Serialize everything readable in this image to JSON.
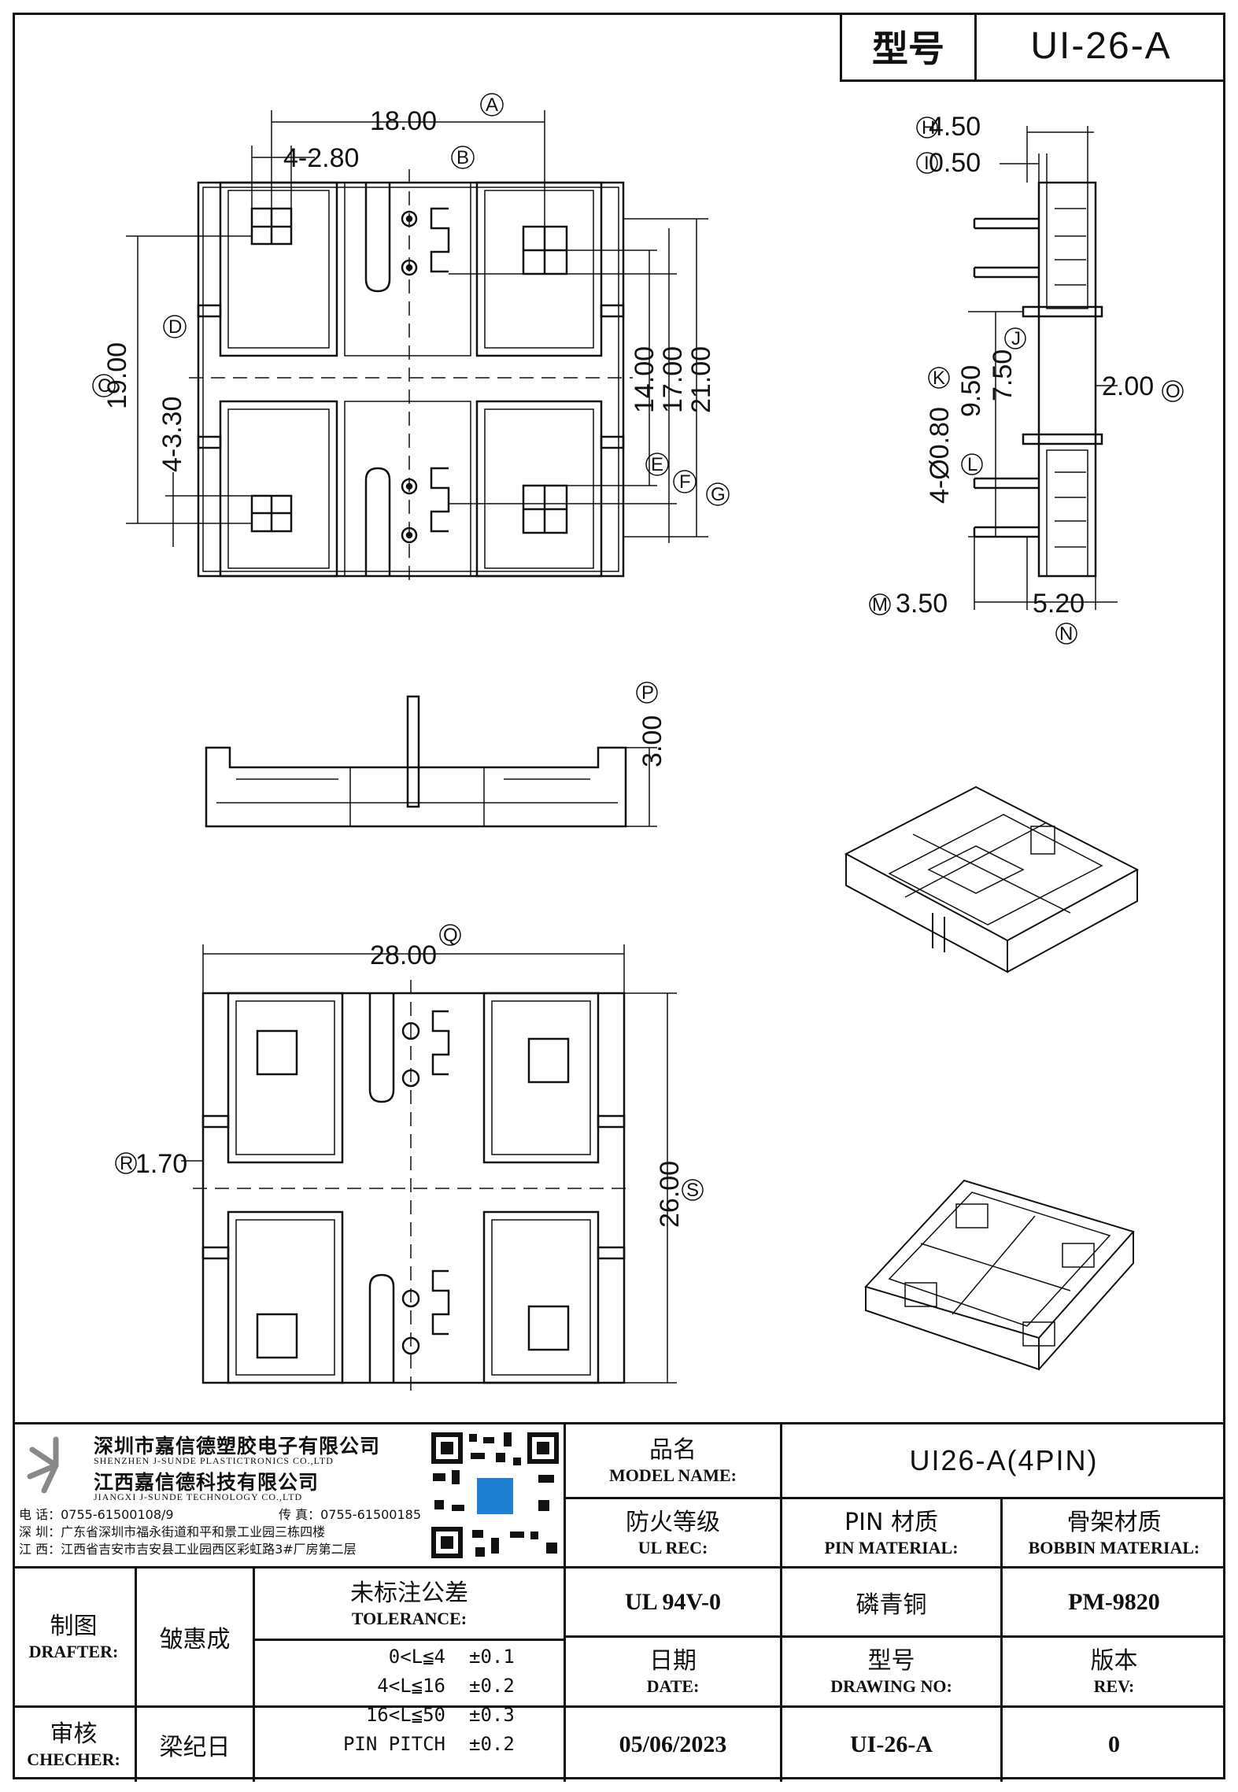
{
  "header": {
    "label": "型号",
    "model": "UI-26-A"
  },
  "top_view": {
    "dims": [
      "18.00",
      "4-2.80",
      "19.00",
      "4-3.30",
      "14.00",
      "17.00",
      "21.00"
    ],
    "tags": [
      "A",
      "B",
      "C",
      "D",
      "E",
      "F",
      "G"
    ]
  },
  "side_view": {
    "dims": [
      "4.50",
      "0.50",
      "9.50",
      "7.50",
      "4-Ø0.80",
      "2.00",
      "3.50",
      "5.20"
    ],
    "tags": [
      "H",
      "I",
      "J",
      "K",
      "L",
      "O",
      "M",
      "N"
    ]
  },
  "front_view": {
    "dim": "3.00",
    "tag": "P"
  },
  "bottom_view": {
    "dims": [
      "28.00",
      "1.70",
      "26.00"
    ],
    "tags": [
      "Q",
      "R",
      "S"
    ]
  },
  "company": {
    "name_cn_1": "深圳市嘉信德塑胶电子有限公司",
    "name_en_1": "SHENZHEN J-SUNDE PLASTICTRONICS CO.,LTD",
    "name_cn_2": "江西嘉信德科技有限公司",
    "name_en_2": "JIANGXI J-SUNDE TECHNOLOGY CO.,LTD",
    "phone": "电 话：0755-61500108/9",
    "fax": "传 真：0755-61500185",
    "addr_sz": "深 圳：广东省深圳市福永街道和平和景工业园三栋四楼",
    "addr_jx": "江 西：江西省吉安市吉安县工业园西区彩虹路3#厂房第二层"
  },
  "title_block": {
    "model_name_zh": "品名",
    "model_name_en": "MODEL NAME:",
    "model_name_val": "UI26-A(4PIN)",
    "ul_zh": "防火等级",
    "ul_en": "UL REC:",
    "ul_val": "UL 94V-0",
    "pin_zh": "PIN 材质",
    "pin_en": "PIN MATERIAL:",
    "pin_val": "磷青铜",
    "bobbin_zh": "骨架材质",
    "bobbin_en": "BOBBIN MATERIAL:",
    "bobbin_val": "PM-9820",
    "drafter_zh": "制图",
    "drafter_en": "DRAFTER:",
    "drafter_val": "皱惠成",
    "checker_zh": "审核",
    "checker_en": "CHECHER:",
    "checker_val": "梁纪日",
    "tol_zh": "未标注公差",
    "tol_en": "TOLERANCE:",
    "tol_rows": [
      {
        "range": "0<L≦4",
        "val": "±0.1"
      },
      {
        "range": "4<L≦16",
        "val": "±0.2"
      },
      {
        "range": "16<L≦50",
        "val": "±0.3"
      },
      {
        "range": "PIN PITCH",
        "val": "±0.2"
      }
    ],
    "date_zh": "日期",
    "date_en": "DATE:",
    "date_val": "05/06/2023",
    "dwg_zh": "型号",
    "dwg_en": "DRAWING NO:",
    "dwg_val": "UI-26-A",
    "rev_zh": "版本",
    "rev_en": "REV:",
    "rev_val": "0"
  }
}
